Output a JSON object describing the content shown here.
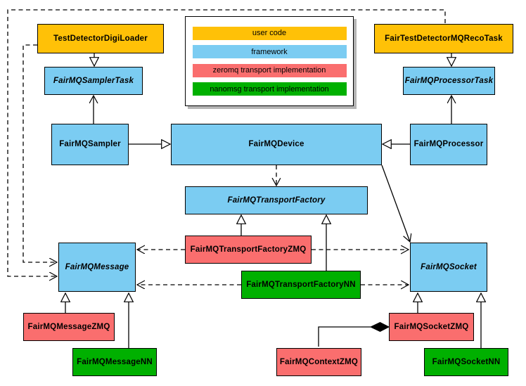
{
  "diagram": {
    "colors": {
      "user": "#FFC107",
      "framework": "#7BCCF2",
      "zeromq": "#FA6E6E",
      "nanomsg": "#00B000",
      "line": "#000000",
      "background": "#FFFFFF"
    },
    "legend": [
      {
        "label": "user code",
        "category": "user"
      },
      {
        "label": "framework",
        "category": "framework"
      },
      {
        "label": "zeromq transport implementation",
        "category": "zeromq"
      },
      {
        "label": "nanomsg transport implementation",
        "category": "nanomsg"
      }
    ],
    "nodes": [
      {
        "id": "TestDetectorDigiLoader",
        "label": "TestDetectorDigiLoader",
        "category": "user",
        "abstract": false
      },
      {
        "id": "FairTestDetectorMQRecoTask",
        "label": "FairTestDetectorMQRecoTask",
        "category": "user",
        "abstract": false
      },
      {
        "id": "FairMQSamplerTask",
        "label": "FairMQSamplerTask",
        "category": "framework",
        "abstract": true
      },
      {
        "id": "FairMQProcessorTask",
        "label": "FairMQProcessorTask",
        "category": "framework",
        "abstract": true
      },
      {
        "id": "FairMQSampler",
        "label": "FairMQSampler",
        "category": "framework",
        "abstract": false
      },
      {
        "id": "FairMQDevice",
        "label": "FairMQDevice",
        "category": "framework",
        "abstract": false
      },
      {
        "id": "FairMQProcessor",
        "label": "FairMQProcessor",
        "category": "framework",
        "abstract": false
      },
      {
        "id": "FairMQTransportFactory",
        "label": "FairMQTransportFactory",
        "category": "framework",
        "abstract": true
      },
      {
        "id": "FairMQTransportFactoryZMQ",
        "label": "FairMQTransportFactoryZMQ",
        "category": "zeromq",
        "abstract": false
      },
      {
        "id": "FairMQTransportFactoryNN",
        "label": "FairMQTransportFactoryNN",
        "category": "nanomsg",
        "abstract": false
      },
      {
        "id": "FairMQMessage",
        "label": "FairMQMessage",
        "category": "framework",
        "abstract": true
      },
      {
        "id": "FairMQSocket",
        "label": "FairMQSocket",
        "category": "framework",
        "abstract": true
      },
      {
        "id": "FairMQMessageZMQ",
        "label": "FairMQMessageZMQ",
        "category": "zeromq",
        "abstract": false
      },
      {
        "id": "FairMQMessageNN",
        "label": "FairMQMessageNN",
        "category": "nanomsg",
        "abstract": false
      },
      {
        "id": "FairMQContextZMQ",
        "label": "FairMQContextZMQ",
        "category": "zeromq",
        "abstract": false
      },
      {
        "id": "FairMQSocketZMQ",
        "label": "FairMQSocketZMQ",
        "category": "zeromq",
        "abstract": false
      },
      {
        "id": "FairMQSocketNN",
        "label": "FairMQSocketNN",
        "category": "nanomsg",
        "abstract": false
      }
    ],
    "edges": [
      {
        "from": "TestDetectorDigiLoader",
        "to": "FairMQSamplerTask",
        "type": "inheritance"
      },
      {
        "from": "FairTestDetectorMQRecoTask",
        "to": "FairMQProcessorTask",
        "type": "inheritance"
      },
      {
        "from": "FairMQSampler",
        "to": "FairMQSamplerTask",
        "type": "association"
      },
      {
        "from": "FairMQProcessor",
        "to": "FairMQProcessorTask",
        "type": "association"
      },
      {
        "from": "FairMQSampler",
        "to": "FairMQDevice",
        "type": "inheritance"
      },
      {
        "from": "FairMQProcessor",
        "to": "FairMQDevice",
        "type": "inheritance"
      },
      {
        "from": "FairMQDevice",
        "to": "FairMQTransportFactory",
        "type": "dependency"
      },
      {
        "from": "FairMQDevice",
        "to": "FairMQSocket",
        "type": "association"
      },
      {
        "from": "FairMQTransportFactoryZMQ",
        "to": "FairMQTransportFactory",
        "type": "inheritance"
      },
      {
        "from": "FairMQTransportFactoryNN",
        "to": "FairMQTransportFactory",
        "type": "inheritance"
      },
      {
        "from": "FairMQTransportFactoryZMQ",
        "to": "FairMQMessage",
        "type": "dependency"
      },
      {
        "from": "FairMQTransportFactoryZMQ",
        "to": "FairMQSocket",
        "type": "dependency"
      },
      {
        "from": "FairMQTransportFactoryNN",
        "to": "FairMQMessage",
        "type": "dependency"
      },
      {
        "from": "FairMQTransportFactoryNN",
        "to": "FairMQSocket",
        "type": "dependency"
      },
      {
        "from": "TestDetectorDigiLoader",
        "to": "FairMQMessage",
        "type": "dependency"
      },
      {
        "from": "FairTestDetectorMQRecoTask",
        "to": "FairMQMessage",
        "type": "dependency"
      },
      {
        "from": "FairMQMessageZMQ",
        "to": "FairMQMessage",
        "type": "inheritance"
      },
      {
        "from": "FairMQMessageNN",
        "to": "FairMQMessage",
        "type": "inheritance"
      },
      {
        "from": "FairMQSocketZMQ",
        "to": "FairMQSocket",
        "type": "inheritance"
      },
      {
        "from": "FairMQSocketNN",
        "to": "FairMQSocket",
        "type": "inheritance"
      },
      {
        "from": "FairMQSocketZMQ",
        "to": "FairMQContextZMQ",
        "type": "composition"
      }
    ]
  }
}
